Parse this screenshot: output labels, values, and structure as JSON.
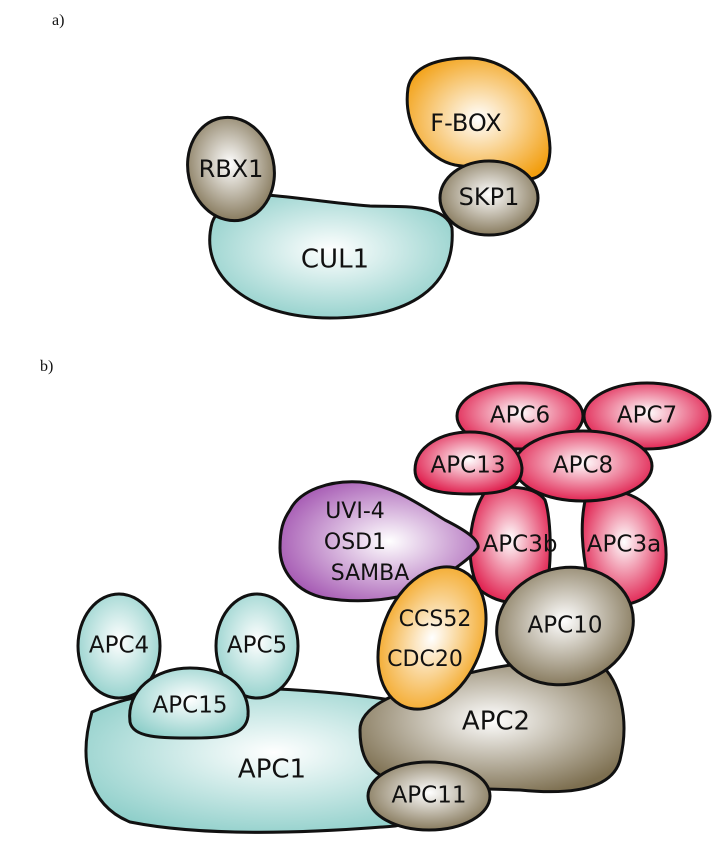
{
  "panels": {
    "a": "a)",
    "b": "b)"
  },
  "colors": {
    "teal": "#9fd6d1",
    "brown": "#8c7f60",
    "orange": "#f2a317",
    "red": "#e0234e",
    "purple": "#b06bbb"
  },
  "scf": {
    "cul1": "CUL1",
    "rbx1": "RBX1",
    "skp1": "SKP1",
    "fbox": "F-BOX"
  },
  "apc": {
    "apc1": "APC1",
    "apc2": "APC2",
    "apc4": "APC4",
    "apc5": "APC5",
    "apc15": "APC15",
    "apc11": "APC11",
    "apc10": "APC10",
    "apc6": "APC6",
    "apc7": "APC7",
    "apc13": "APC13",
    "apc8": "APC8",
    "apc3b": "APC3b",
    "apc3a": "APC3a",
    "activator": [
      "CCS52",
      "CDC20"
    ],
    "inhibitor": [
      "UVI-4",
      "OSD1",
      "SAMBA"
    ]
  }
}
